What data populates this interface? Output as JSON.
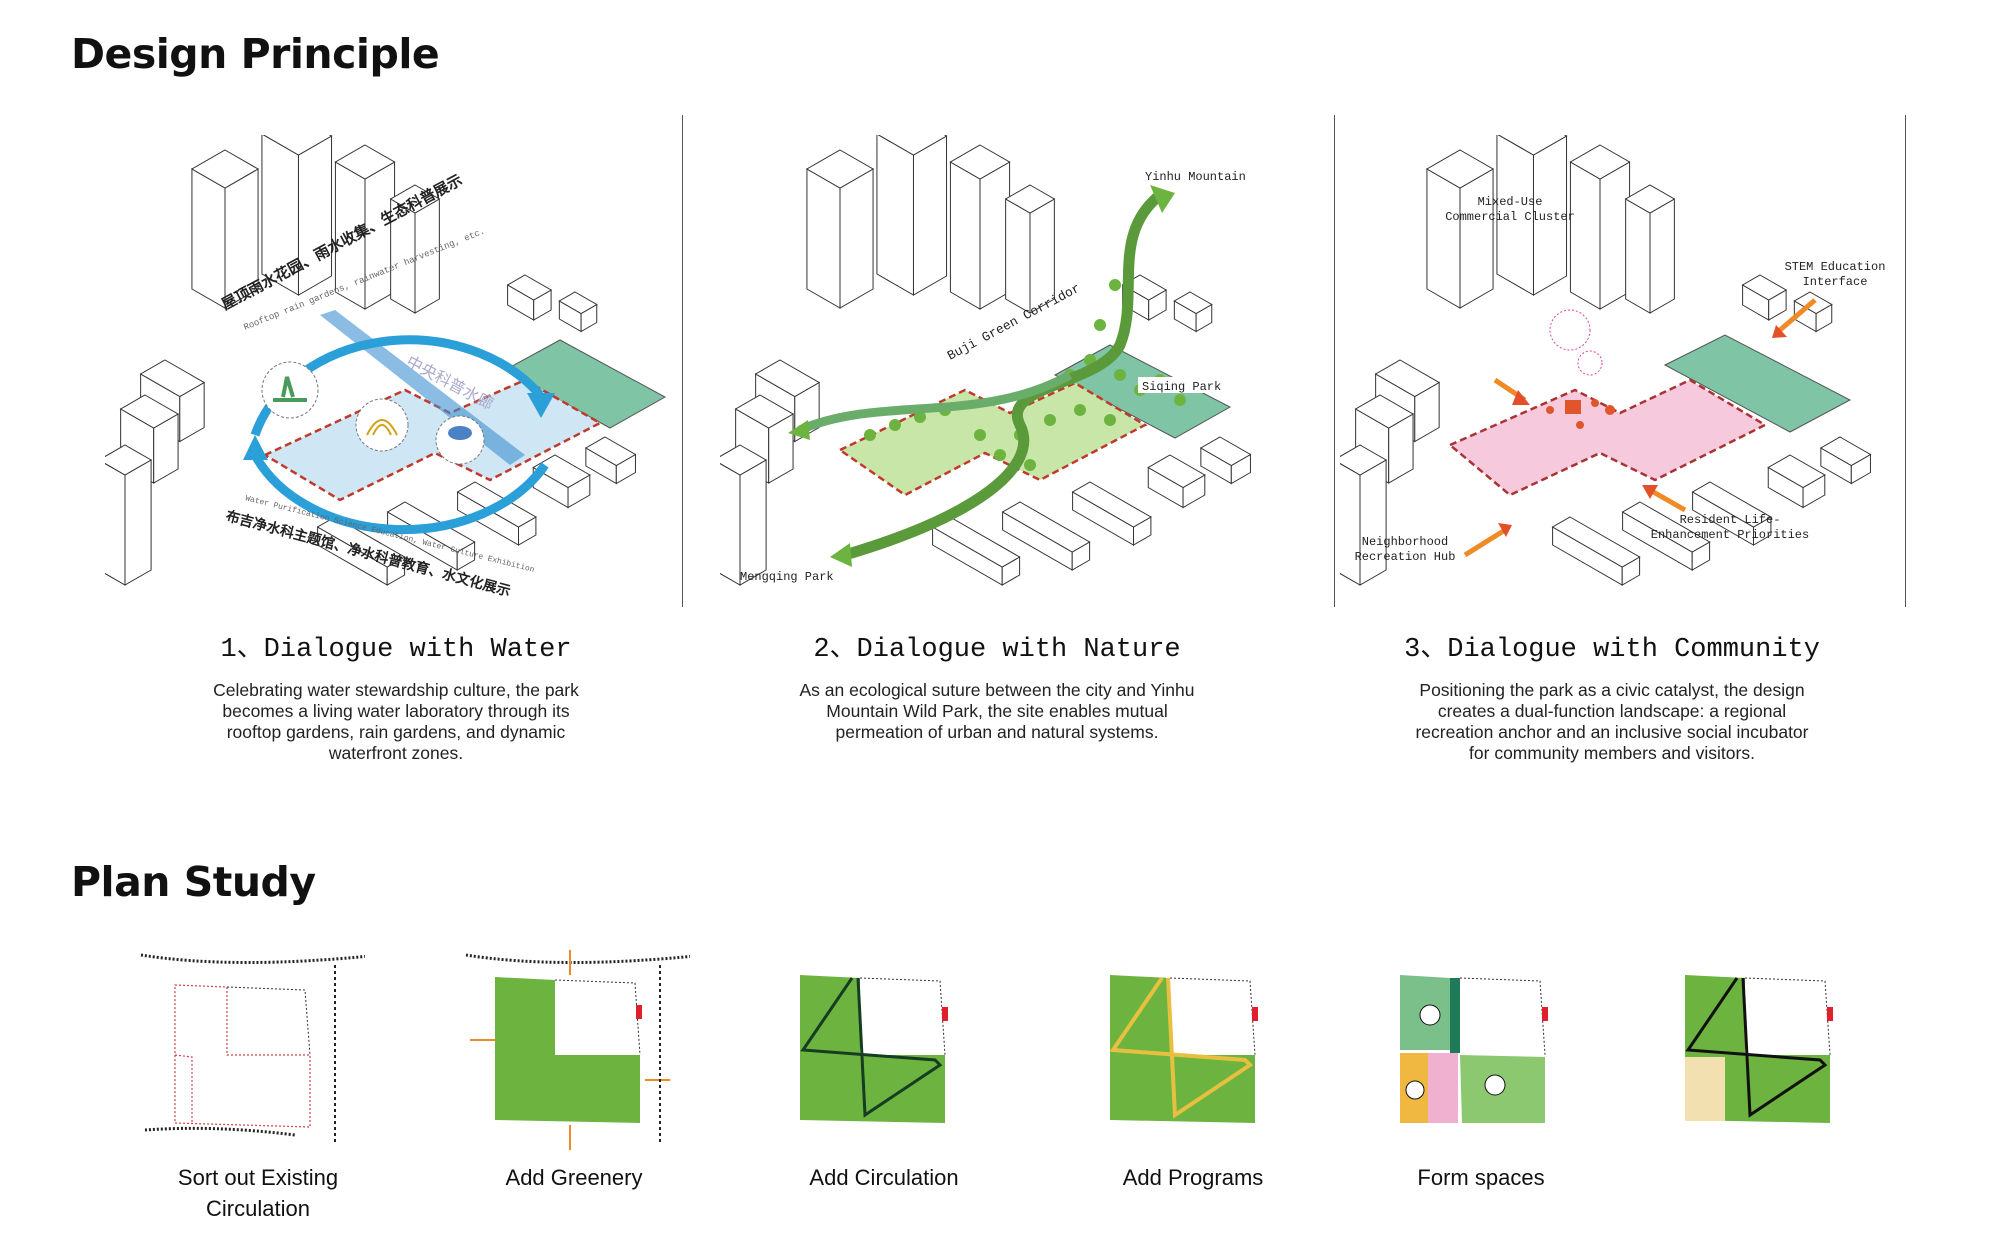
{
  "sections": {
    "design_title": "Design Principle",
    "plan_title": "Plan Study"
  },
  "principles": [
    {
      "title": "1、Dialogue with Water",
      "desc": "Celebrating water stewardship culture, the park becomes a living water laboratory through its rooftop gardens, rain gardens, and dynamic waterfront zones.",
      "labels": {
        "top_cn": "屋顶雨水花园、雨水收集、生态科普展示",
        "top_en": "Rooftop rain gardens, rainwater harvesting, etc.",
        "center_cn": "中央科普水廊",
        "bottom_cn": "布吉净水科主题馆、净水科普教育、水文化展示",
        "bottom_en": "Water Purification Science Education, Water Culture Exhibition"
      }
    },
    {
      "title": "2、Dialogue with Nature",
      "desc": "As an ecological suture between the city and Yinhu Mountain Wild Park, the site enables mutual permeation of urban and natural systems.",
      "labels": {
        "yinhu": "Yinhu Mountain",
        "corridor": "Buji Green Corridor",
        "siqing": "Siqing Park",
        "mengqing": "Mengqing Park"
      }
    },
    {
      "title": "3、Dialogue with Community",
      "desc": "Positioning the park as a civic catalyst, the design creates a dual-function landscape: a regional recreation anchor and an inclusive social incubator for community members and visitors.",
      "labels": {
        "mixed_1": "Mixed-Use",
        "mixed_2": "Commercial Cluster",
        "stem_1": "STEM Education",
        "stem_2": "Interface",
        "hub_1": "Neighborhood",
        "hub_2": "Recreation Hub",
        "resident_1": "Resident Life-",
        "resident_2": "Enhancement Priorities"
      }
    }
  ],
  "plan_steps": [
    {
      "label": "Sort out Existing Circulation"
    },
    {
      "label": "Add Greenery"
    },
    {
      "label": "Add Circulation"
    },
    {
      "label": "Add Programs"
    },
    {
      "label": "Form spaces"
    },
    {
      "label": ""
    }
  ],
  "colors": {
    "water_blue": "#2a9fd8",
    "park_teal": "#7fc4a4",
    "green": "#6db33f",
    "pink": "#f6c9dd",
    "site_red": "#c0392b",
    "orange": "#f08a24"
  }
}
